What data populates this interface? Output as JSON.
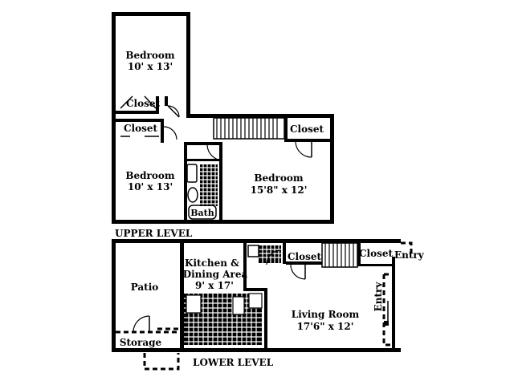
{
  "levels": {
    "upper": "UPPER LEVEL",
    "lower": "LOWER LEVEL"
  },
  "upper_rooms": {
    "bedroom_top": {
      "name": "Bedroom",
      "size": "10' x 13'"
    },
    "closet_top": "Closet",
    "closet_mid": "Closet",
    "bedroom_mid": {
      "name": "Bedroom",
      "size": "10' x 13'"
    },
    "bath": "Bath",
    "bedroom_right": {
      "name": "Bedroom",
      "size": "15'8\" x 12'"
    },
    "closet_right": "Closet"
  },
  "lower_rooms": {
    "kitchen": {
      "name1": "Kitchen &",
      "name2": "Dining Area",
      "size": "9' x 17'"
    },
    "closet_stair": "Closet",
    "closet_entry": "Closet",
    "entry_top": "Entry",
    "entry_side": "Entry",
    "patio": "Patio",
    "storage": "Storage",
    "living": {
      "name": "Living Room",
      "size": "17'6\" x 12'"
    }
  }
}
